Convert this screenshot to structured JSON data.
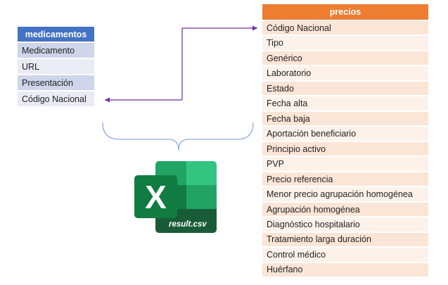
{
  "medicamentos": {
    "title": "medicamentos",
    "fields": [
      "Medicamento",
      "URL",
      "Presentación",
      "Código Nacional"
    ]
  },
  "precios": {
    "title": "precios",
    "fields": [
      "Código Nacional",
      "Tipo",
      "Genérico",
      "Laboratorio",
      "Estado",
      "Fecha alta",
      "Fecha baja",
      "Aportación beneficiario",
      "Principio activo",
      "PVP",
      "Precio referencia",
      "Menor precio agrupación homogénea",
      "Agrupación homogénea",
      "Diagnóstico hospitalario",
      "Tratamiento larga duración",
      "Control médico",
      "Huérfano"
    ]
  },
  "output": {
    "filename": "result.csv",
    "icon": "excel-icon"
  },
  "colors": {
    "medicamentos_header": "#4472c4",
    "precios_header": "#ed7d31",
    "connector": "#7030a0"
  }
}
